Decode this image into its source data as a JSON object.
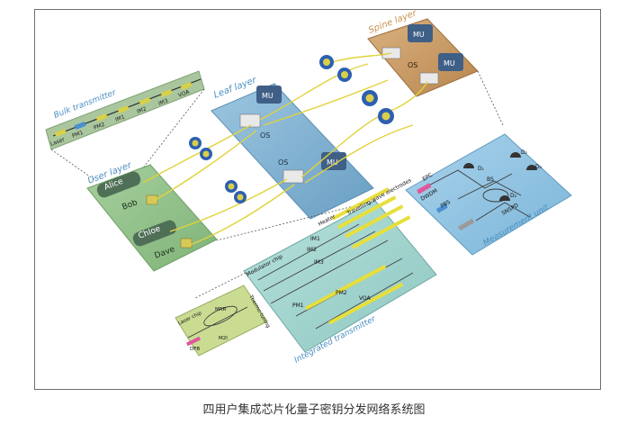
{
  "caption": "四用户集成芯片化量子密钥分发网络系统图",
  "layers": {
    "bulk_transmitter": "Bulk transmitter",
    "user_layer": "User layer",
    "leaf_layer": "Leaf layer",
    "spine_layer": "Spine layer",
    "measurement_unit": "Measurement unit",
    "integrated_transmitter": "Integrated transmitter"
  },
  "users": [
    "Alice",
    "Bob",
    "Chloe",
    "Dave"
  ],
  "bulk_components": [
    "Laser",
    "PM1",
    "PM2",
    "IM1",
    "IM2",
    "IM3",
    "VOA"
  ],
  "node_labels": {
    "mu": "MU",
    "os": "OS"
  },
  "laser_chip": {
    "title": "Laser chip",
    "labels": [
      "MRR",
      "M2I",
      "DFB"
    ],
    "side": "Thermo-tuning"
  },
  "modulator_chip": {
    "title": "Modulator chip",
    "heater": "Heater",
    "electrodes": "Travelling-wave electrodes",
    "labels": [
      "IM1",
      "IM2",
      "IM3",
      "PM1",
      "PM2",
      "VOA"
    ]
  },
  "measurement": {
    "labels": [
      "EPC",
      "DWDM",
      "PBS",
      "BS",
      "SNSPD"
    ],
    "detectors": [
      "D₁",
      "D₂",
      "D₃",
      "D₄"
    ]
  },
  "colors": {
    "user_panel": "#8fc08a",
    "leaf_panel": "#7fb2d2",
    "spine_panel": "#c99a63",
    "measurement_panel": "#8fc3e2",
    "integrated_panel": "#9fd4cf",
    "laser_panel": "#c5d88e",
    "bulk_panel": "#a4c39a",
    "fiber": "#e2d23a",
    "mu_box": "#3f5f86",
    "layer_label": "#4b8fc2"
  }
}
